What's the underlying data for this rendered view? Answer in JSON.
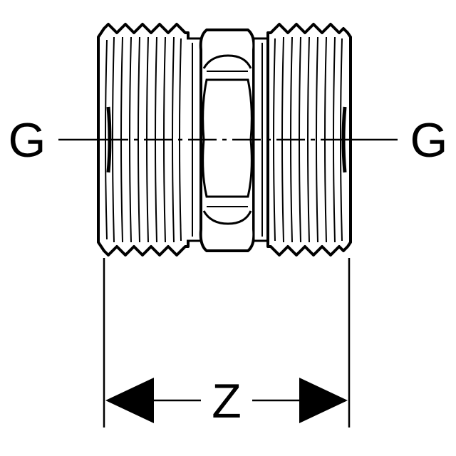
{
  "labels": {
    "thread_left": "G",
    "thread_right": "G",
    "length_dimension": "Z"
  },
  "colors": {
    "line": "#000000",
    "background": "#ffffff"
  }
}
